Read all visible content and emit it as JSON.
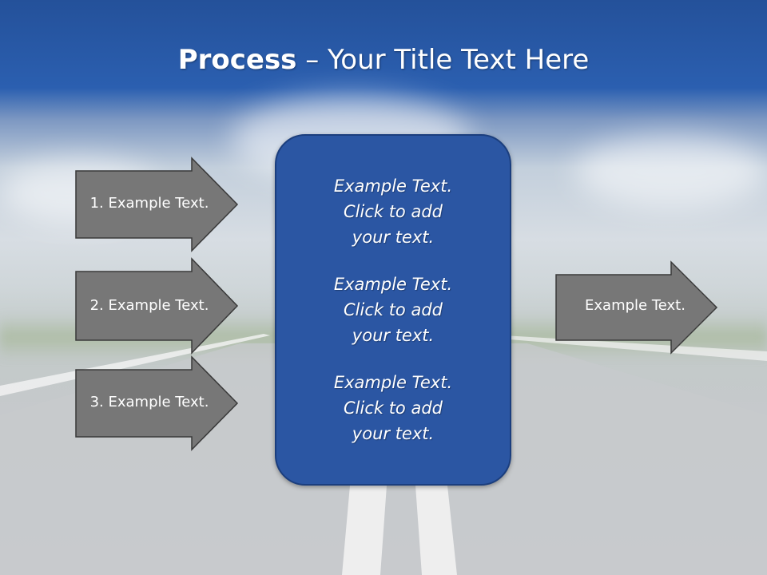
{
  "title": {
    "bold": "Process",
    "rest": " – Your Title Text Here"
  },
  "inputs": [
    {
      "label": "1. Example Text."
    },
    {
      "label": "2. Example Text."
    },
    {
      "label": "3. Example Text."
    }
  ],
  "center": {
    "paragraphs": [
      "Example Text.\nClick  to add\nyour text.",
      "Example Text.\nClick  to add\nyour text.",
      "Example Text.\nClick  to add\nyour text."
    ]
  },
  "output": {
    "label": "Example Text."
  },
  "colors": {
    "arrow_fill": "#777777",
    "arrow_stroke": "#3a3a3a",
    "box_fill": "#2b56a3",
    "title_text": "#ffffff"
  }
}
